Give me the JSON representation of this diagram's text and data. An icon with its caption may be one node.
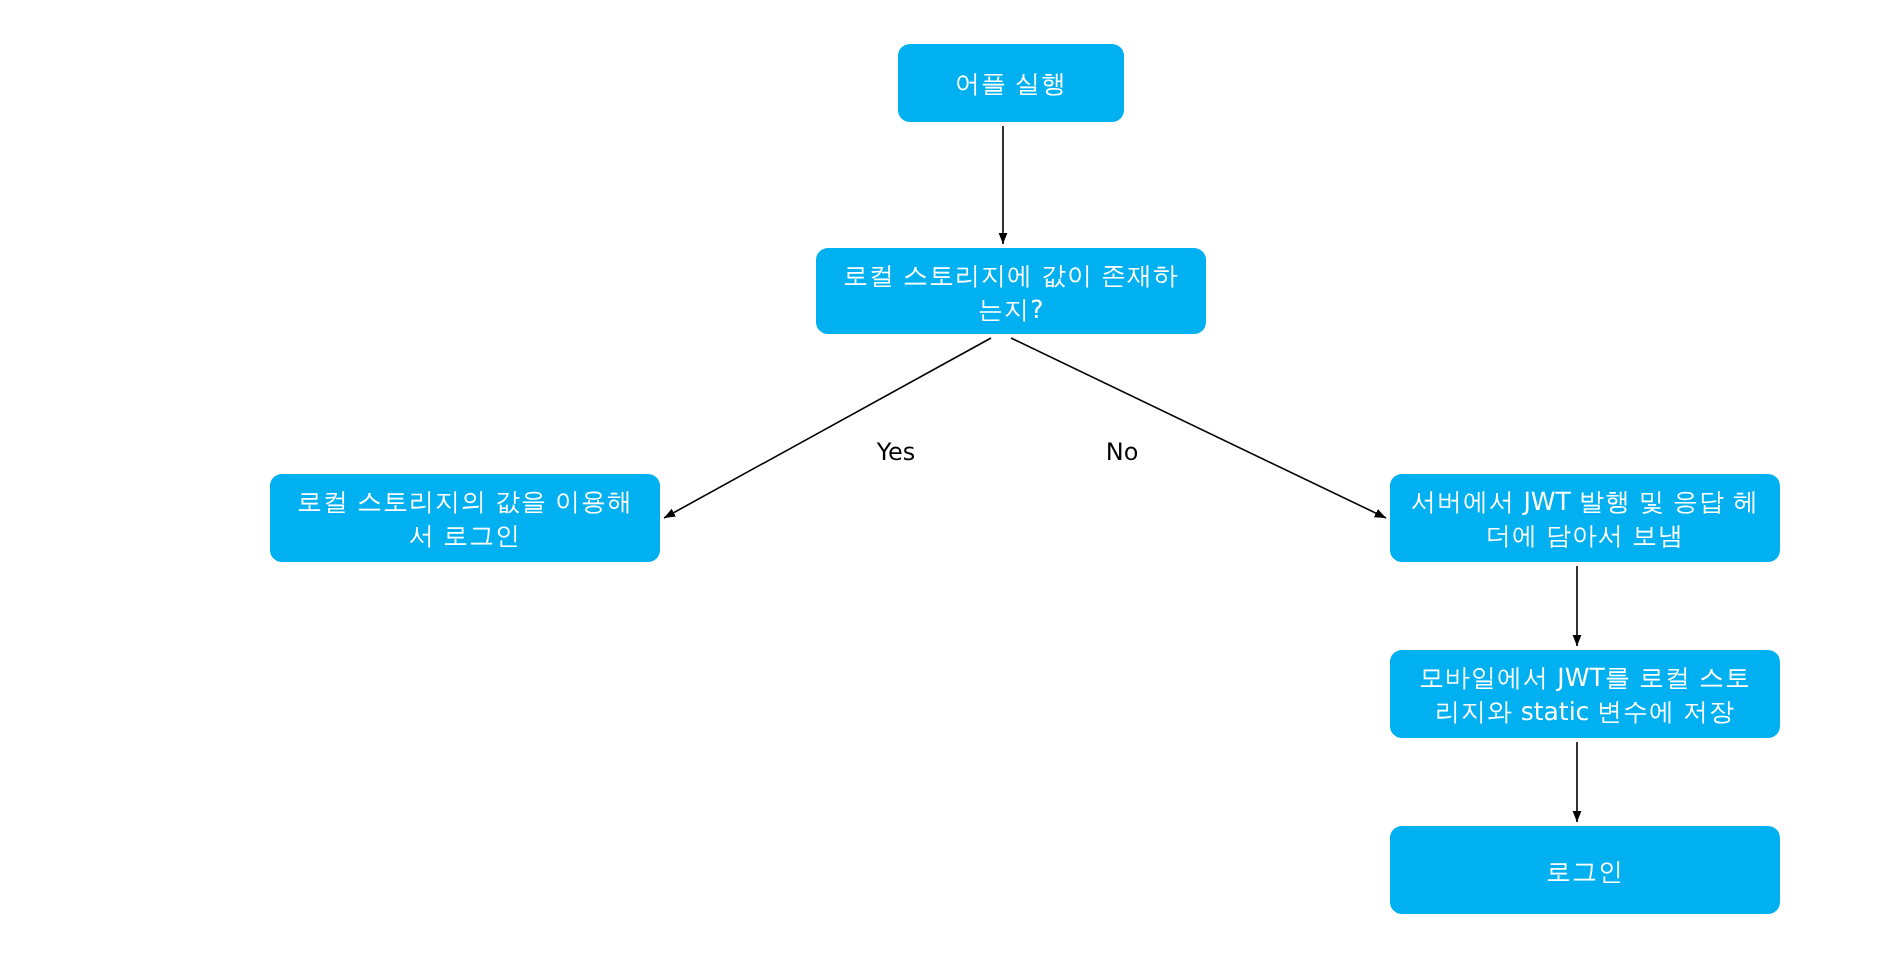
{
  "diagram": {
    "nodes": [
      {
        "text": [
          "어플 실행"
        ]
      },
      {
        "text": [
          "로컬 스토리지에 값이 존재하는지?"
        ]
      },
      {
        "text": [
          "로컬 스토리지의 값을 이용해서 로그인"
        ]
      },
      {
        "text": [
          "서버에서 JWT 발행 및 응답 헤더에 담아서 보냄"
        ]
      },
      {
        "text": [
          "모바일에서 JWT를 로컬 스토리지와 static 변수에 저장"
        ]
      },
      {
        "text": [
          "로그인"
        ]
      }
    ],
    "edges": [
      {
        "from": 0,
        "to": 1,
        "arrow": "to"
      },
      {
        "from": 1,
        "to": 2,
        "arrow": "to",
        "label": "Yes"
      },
      {
        "from": 1,
        "to": 3,
        "arrow": "to",
        "label": "No"
      },
      {
        "from": 3,
        "to": 4,
        "arrow": "to"
      },
      {
        "from": 4,
        "to": 5,
        "arrow": "to"
      }
    ]
  }
}
